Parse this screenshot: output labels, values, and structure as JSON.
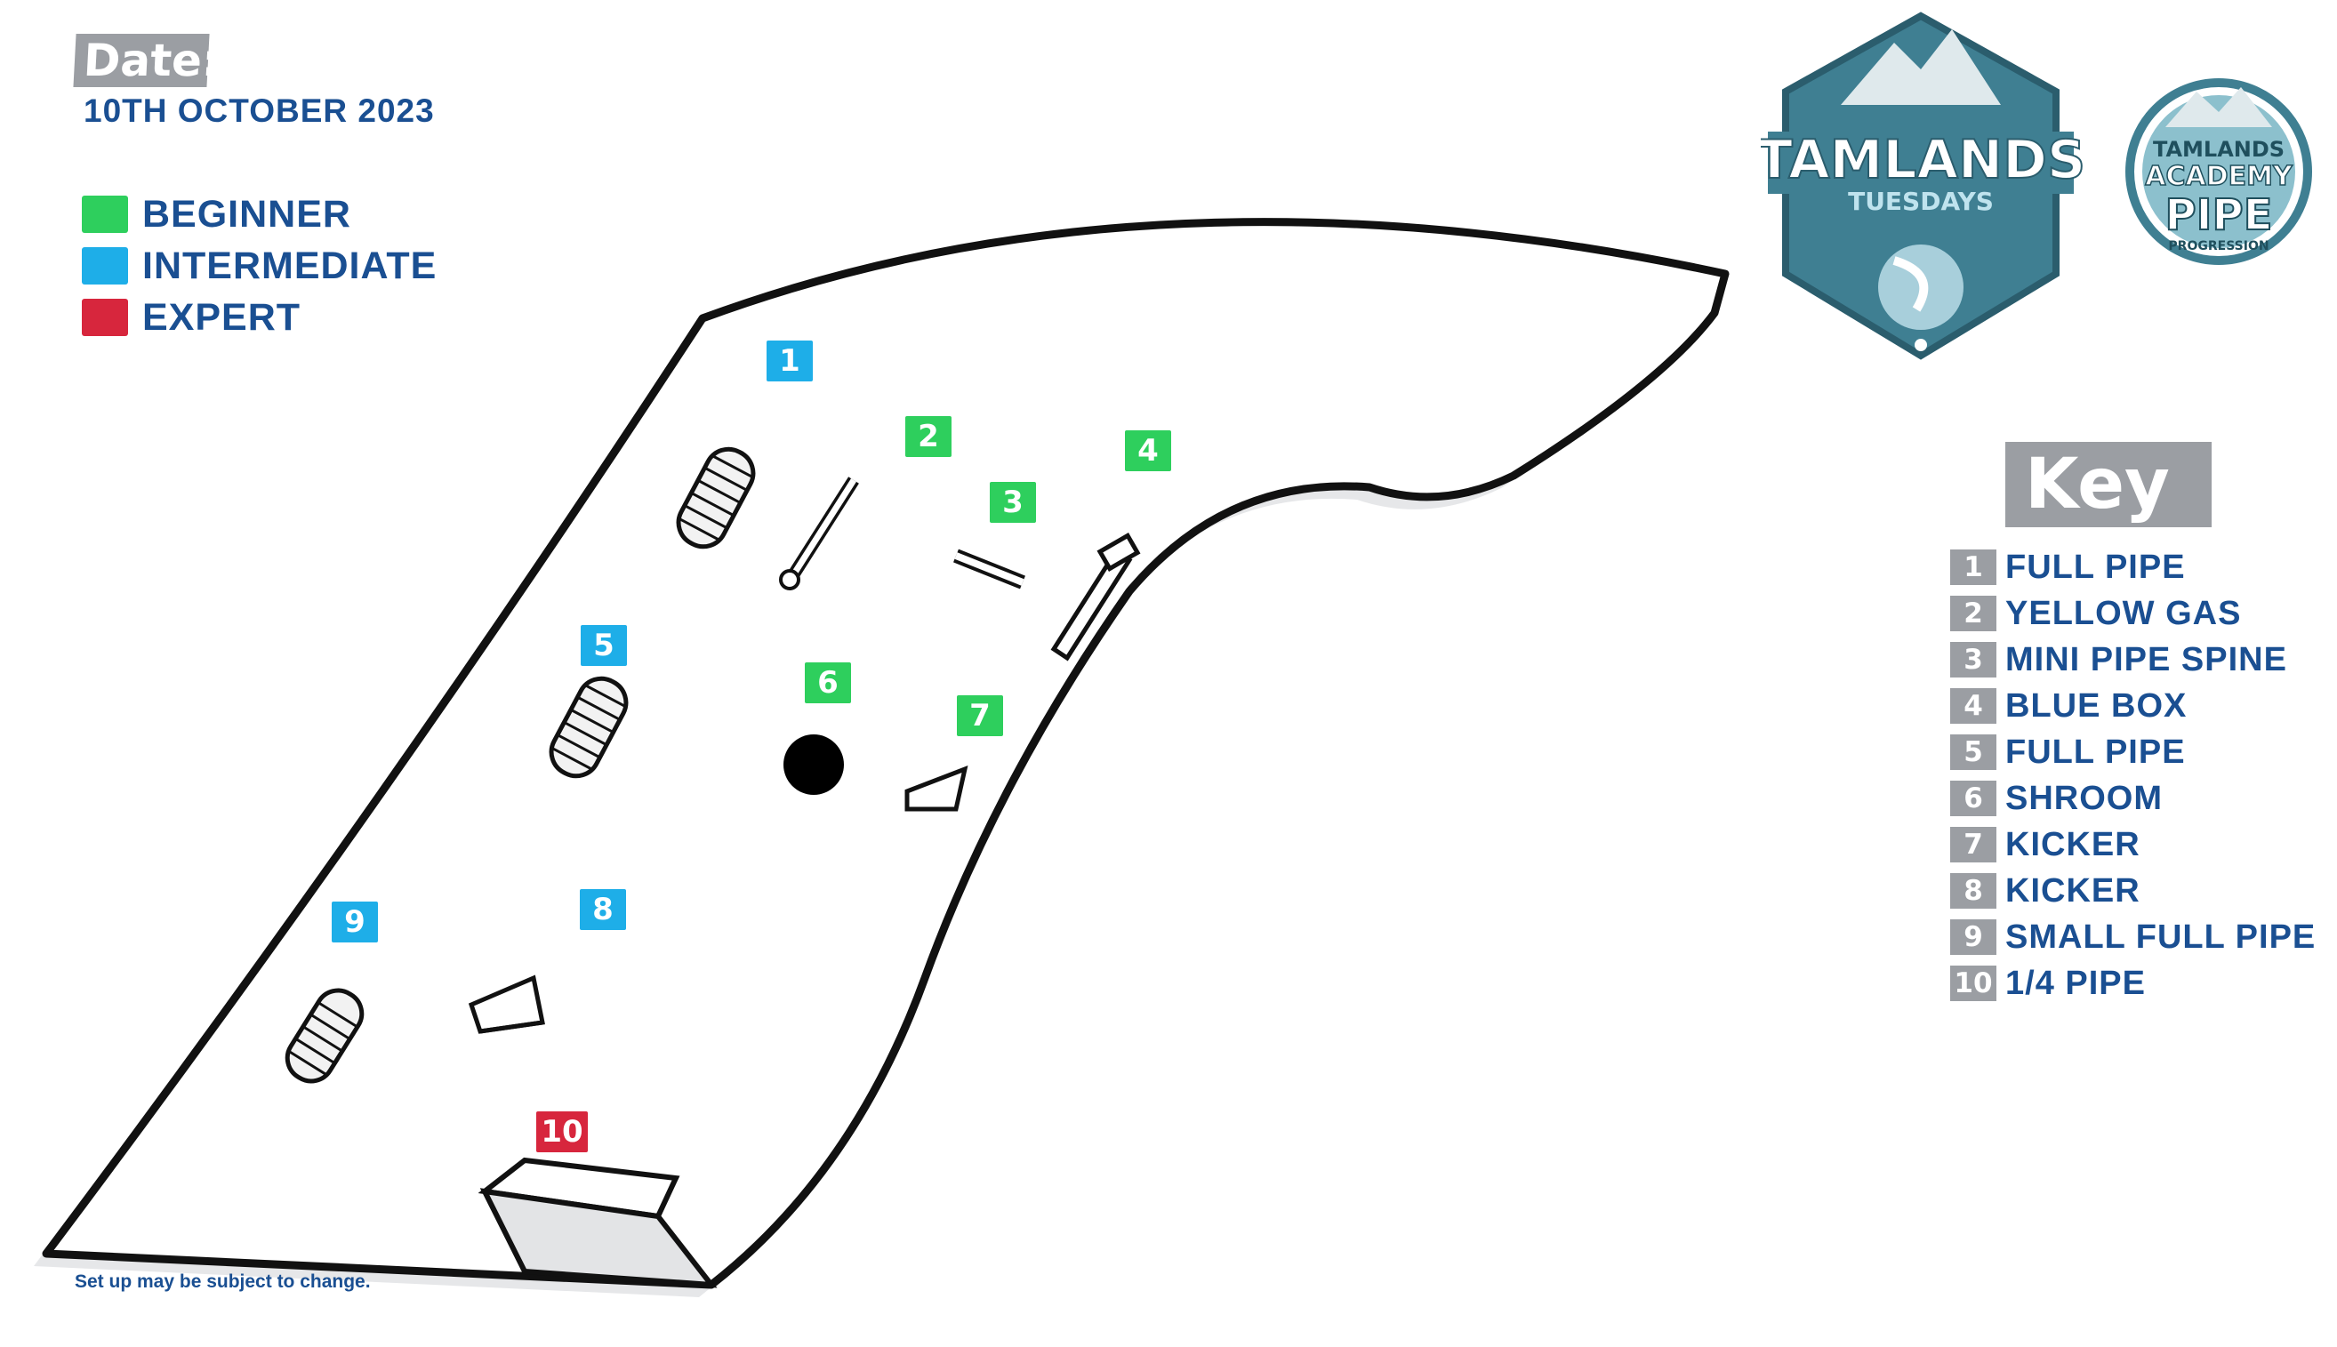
{
  "header": {
    "date_label": "Date:",
    "date_value": "10TH OCTOBER 2023"
  },
  "legend": [
    {
      "label": "BEGINNER",
      "color": "#2ecf5d"
    },
    {
      "label": "INTERMEDIATE",
      "color": "#1eaee8"
    },
    {
      "label": "EXPERT",
      "color": "#d7263d"
    }
  ],
  "map_markers": [
    {
      "number": "1",
      "level": "intermediate"
    },
    {
      "number": "2",
      "level": "beginner"
    },
    {
      "number": "3",
      "level": "beginner"
    },
    {
      "number": "4",
      "level": "beginner"
    },
    {
      "number": "5",
      "level": "intermediate"
    },
    {
      "number": "6",
      "level": "beginner"
    },
    {
      "number": "7",
      "level": "beginner"
    },
    {
      "number": "8",
      "level": "intermediate"
    },
    {
      "number": "9",
      "level": "intermediate"
    },
    {
      "number": "10",
      "level": "expert"
    }
  ],
  "key": {
    "title": "Key",
    "items": [
      {
        "number": "1",
        "label": "FULL PIPE"
      },
      {
        "number": "2",
        "label": "YELLOW GAS"
      },
      {
        "number": "3",
        "label": "MINI PIPE SPINE"
      },
      {
        "number": "4",
        "label": "BLUE BOX"
      },
      {
        "number": "5",
        "label": "FULL PIPE"
      },
      {
        "number": "6",
        "label": "SHROOM"
      },
      {
        "number": "7",
        "label": "KICKER"
      },
      {
        "number": "8",
        "label": "KICKER"
      },
      {
        "number": "9",
        "label": "SMALL FULL PIPE"
      },
      {
        "number": "10",
        "label": "1/4 PIPE"
      }
    ]
  },
  "logos": {
    "tuesdays": {
      "line1": "TAMLANDS",
      "line2": "TUESDAYS"
    },
    "academy": {
      "line1": "TAMLANDS",
      "line2": "ACADEMY",
      "line3": "PIPE",
      "line4": "PROGRESSION"
    }
  },
  "footer": {
    "disclaimer": "Set up may be subject to change."
  },
  "colors": {
    "text_blue": "#1a4f92",
    "tag_grey": "#9b9ea3",
    "logo_teal": "#3f7f92"
  }
}
